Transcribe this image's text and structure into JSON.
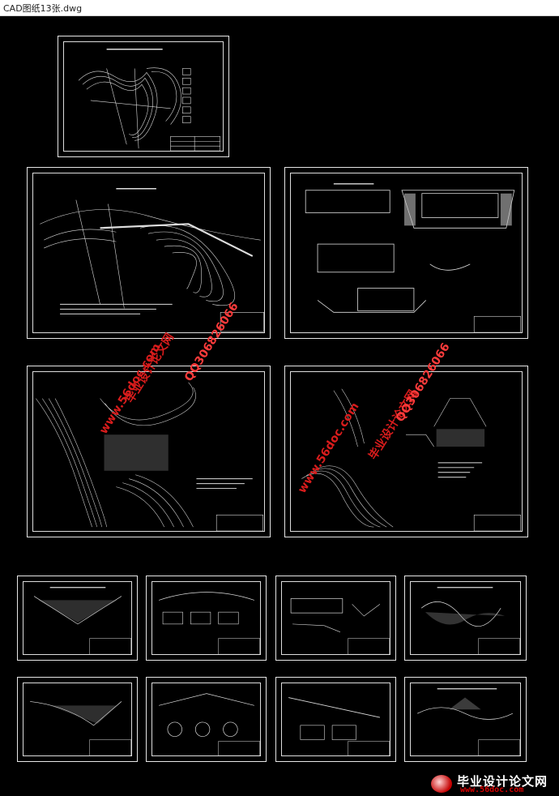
{
  "window": {
    "title": "CAD图纸13张.dwg"
  },
  "watermarks": {
    "site_name": "毕业设计论文网",
    "site_url": "www.56doc.com",
    "qq": "QQ306826066"
  },
  "footer_logo": {
    "name": "毕业设计论文网",
    "url": "www.56doc.com"
  },
  "sheets_count": 13,
  "colors": {
    "background": "#000000",
    "linework": "#e6e6e6",
    "watermark": "#d91c1c"
  }
}
